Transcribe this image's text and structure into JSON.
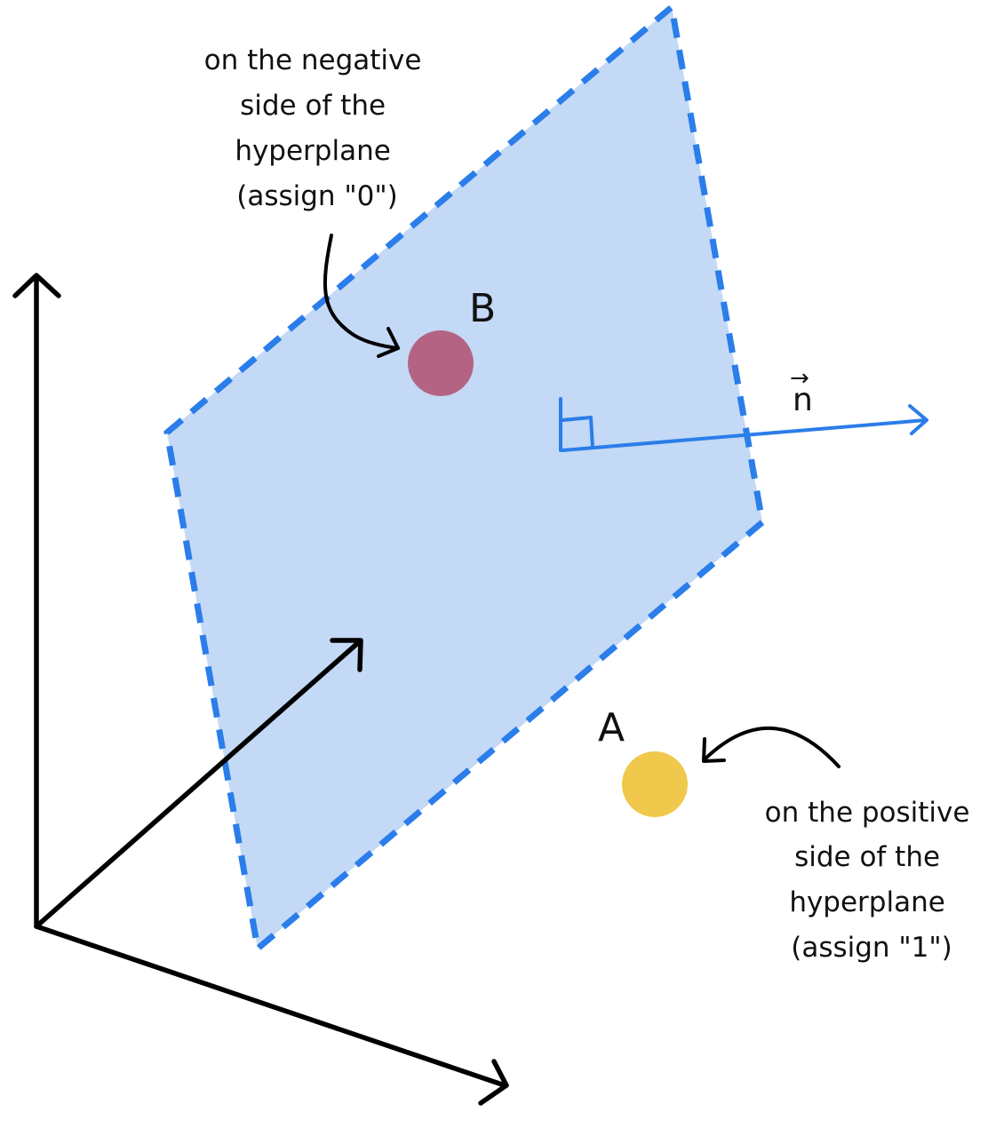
{
  "colors": {
    "plane_fill": "#c3d9f6",
    "plane_edge": "#2b7de9",
    "normal_vector": "#2b7de9",
    "axes": "#000000",
    "point_b": "#b46482",
    "point_a": "#f0c84b",
    "text": "#111111"
  },
  "points": {
    "b": {
      "label": "B"
    },
    "a": {
      "label": "A"
    }
  },
  "normal": {
    "label": "n",
    "arrow_glyph": "→"
  },
  "annotations": {
    "negative": {
      "lines": [
        "on the negative",
        "side of the",
        "hyperplane",
        "(assign \"0\")"
      ]
    },
    "positive": {
      "lines": [
        "on the positive",
        "side of the",
        "hyperplane",
        "(assign \"1\")"
      ]
    }
  }
}
